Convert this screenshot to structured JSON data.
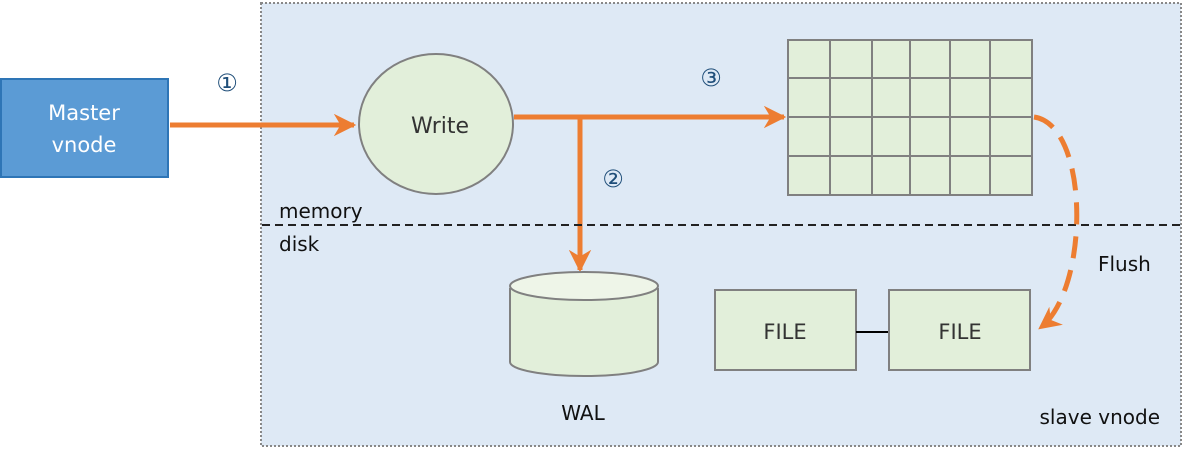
{
  "master": {
    "label_line1": "Master",
    "label_line2": "vnode"
  },
  "write": {
    "label": "Write"
  },
  "steps": {
    "one": "①",
    "two": "②",
    "three": "③"
  },
  "layers": {
    "memory": "memory",
    "disk": "disk"
  },
  "wal": {
    "label": "WAL"
  },
  "files": [
    {
      "label": "FILE"
    },
    {
      "label": "FILE"
    }
  ],
  "flush": {
    "label": "Flush"
  },
  "container": {
    "label": "slave vnode"
  },
  "colors": {
    "arrow": "#ED7D31",
    "container_bg": "#DEE9F5",
    "node_fill": "#E2EFDA",
    "master_fill": "#5B9BD5",
    "step_color": "#1F4E79"
  }
}
